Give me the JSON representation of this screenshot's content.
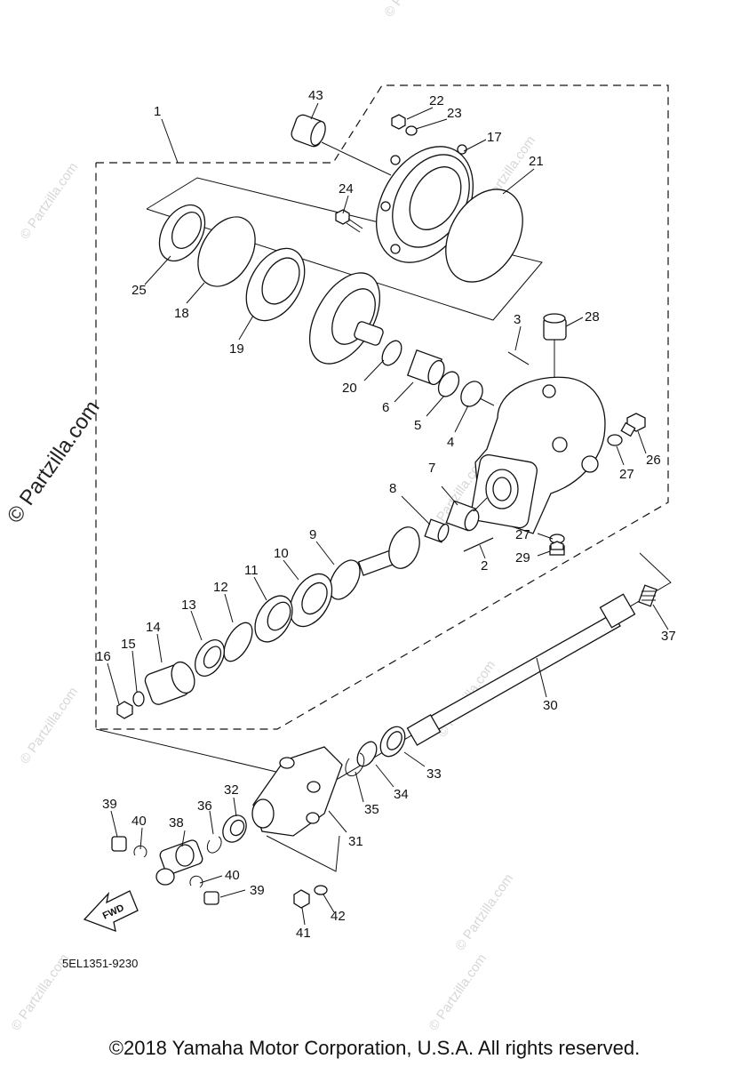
{
  "diagram": {
    "code": "5EL1351-9230",
    "copyright": "©2018 Yamaha Motor Corporation, U.S.A. All rights reserved.",
    "fwd_label": "FWD",
    "watermark_main": "© Partzilla.com",
    "watermark_faint": "© Partzilla.com",
    "callouts": [
      "1",
      "2",
      "3",
      "4",
      "5",
      "6",
      "7",
      "8",
      "9",
      "10",
      "11",
      "12",
      "13",
      "14",
      "15",
      "16",
      "17",
      "18",
      "19",
      "20",
      "21",
      "22",
      "23",
      "24",
      "25",
      "26",
      "27",
      "27",
      "28",
      "29",
      "30",
      "31",
      "32",
      "33",
      "34",
      "35",
      "36",
      "37",
      "38",
      "39",
      "39",
      "40",
      "40",
      "41",
      "42",
      "43"
    ]
  }
}
